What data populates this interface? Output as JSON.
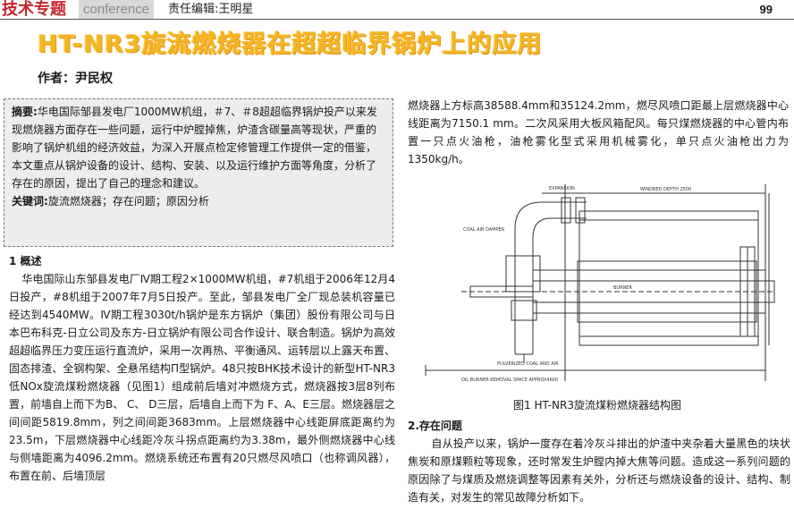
{
  "header": {
    "tag_main": "技术专题",
    "tag_conf": "conference",
    "editor": "责任编辑:王明星",
    "page_number": "99"
  },
  "title": "HT-NR3旋流燃烧器在超超临界锅炉上的应用",
  "author": "作者：尹民权",
  "abstract": {
    "label": "摘要:",
    "text": "华电国际邹县发电厂1000MW机组，＃7、＃8超超临界锅炉投产以来发现燃烧器方面存在一些问题，运行中炉膛掉焦，炉渣含碳量高等现状，严重的影响了锅炉机组的经济效益，为深入开展点检定修管理工作提供一定的借鉴，本文重点从锅炉设备的设计、结构、安装、以及运行维护方面等角度，分析了存在的原因，提出了自己的理念和建议。",
    "keywords_label": "关键词:",
    "keywords": "旋流燃烧器；存在问题；原因分析"
  },
  "section1": {
    "heading": "1 概述",
    "body": "华电国际山东邹县发电厂Ⅳ期工程2×1000MW机组，#7机组于2006年12月4日投产，#8机组于2007年7月5日投产。至此，邹县发电厂全厂现总装机容量已经达到4540MW。Ⅳ期工程3030t/h锅炉是东方锅炉（集团）股份有限公司与日本巴布科克-日立公司及东方-日立锅炉有限公司合作设计、联合制造。锅炉为高效超超临界压力变压运行直流炉，采用一次再热、平衡通风、运转层以上露天布置、固态排渣、全钢构架、全悬吊结构Π型锅炉。48只按BHK技术设计的新型HT-NR3低NOx旋流煤粉燃烧器（见图1）组成前后墙对冲燃烧方式，燃烧器按3层8列布置，前墙自上而下为B、 C、 D三层，后墙自上而下为 F、A、E三层。燃烧器层之间间距5819.8mm，列之间间距3683mm。上层燃烧器中心线距屏底距离约为23.5m，下层燃烧器中心线距冷灰斗拐点距离约为3.38m，最外侧燃烧器中心线与侧墙距离为4096.2mm。燃烧系统还布置有20只燃尽风喷口（也称调风器），布置在前、后墙顶层"
  },
  "right_top": "燃烧器上方标高38588.4mm和35124.2mm，燃尽风喷口距最上层燃烧器中心线距离为7150.1 mm。二次风采用大板风箱配风。每只煤燃烧器的中心管内布置一只点火油枪，油枪雾化型式采用机械雾化，单只点火油枪出力为1350kg/h。",
  "figure": {
    "caption": "图1    HT-NR3旋流煤粉燃烧器结构图",
    "labels": {
      "expansion": "EXPANSION",
      "winded": "WINDBED DEPTH 2500",
      "coal_air_damper": "COAL AIR DAMPER",
      "burner": "BURNER",
      "pulverized": "PULVERIZED COAL AND AIR",
      "removal": "OIL BURNER REMOVAL SPACE APPROX4600"
    }
  },
  "section2": {
    "heading": "2.存在问题",
    "body": "自从投产以来，锅炉一度存在着冷灰斗排出的炉渣中夹杂着大量黑色的块状焦炭和原煤颗粒等现象，还时常发生炉膛内掉大焦等问题。造成这一系列问题的原因除了与煤质及燃烧调整等因素有关外，分析还与燃烧设备的设计、结构、制造有关，对发生的常见故障分析如下。"
  }
}
